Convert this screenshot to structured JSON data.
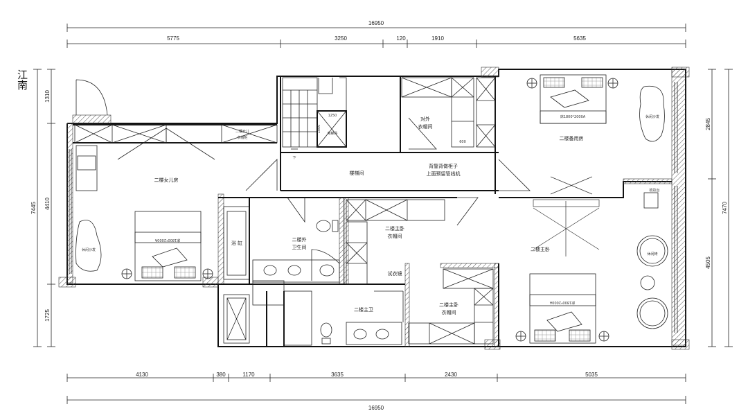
{
  "orientation": "江南",
  "dimensions": {
    "top_total": "16950",
    "top_segments": [
      "5775",
      "3250",
      "120",
      "1910",
      "5635"
    ],
    "bottom_segments": [
      "4130",
      "380",
      "1170",
      "3635",
      "2430",
      "5035"
    ],
    "bottom_total": "16950",
    "left_total": "7445",
    "left_segments": [
      "1310",
      "4410",
      "1725"
    ],
    "right_total": "7470",
    "right_segments": [
      "2845",
      "4505"
    ]
  },
  "rooms": {
    "daughter_room": "二楼女儿房",
    "daughter_closet_1": "二楼女儿",
    "daughter_closet_2": "衣帽柜",
    "stairwell": "楼梯间",
    "elevator_w": "1250",
    "elevator_h": "1000",
    "elevator": "电梯井",
    "down": "下",
    "outer_closet_1": "对外",
    "outer_closet_2": "衣帽间",
    "dim_600": "600",
    "pipe_1": "背靠背做柜子",
    "pipe_2": "上面预留管线机",
    "spare_room": "二楼备用房",
    "lounge_sofa_top": "休闲沙发",
    "dresser": "梳妆台",
    "bath": "浴 缸",
    "outer_bath_1": "二楼外",
    "outer_bath_2": "卫生间",
    "master_closet_a1": "二楼主卧",
    "master_closet_a2": "衣帽间",
    "mirror": "试衣镜",
    "master_bath": "二楼主卫",
    "master_closet_b1": "二楼主卧",
    "master_closet_b2": "衣帽间",
    "master_bedroom": "二楼主卧",
    "lounge_chair": "休闲椅",
    "lounge_sofa_left": "休闲沙发"
  },
  "furniture": {
    "bed_spare": "床1800*2000A",
    "bed_daughter": "床1800*2000A",
    "bed_master": "床1800*2000A"
  }
}
